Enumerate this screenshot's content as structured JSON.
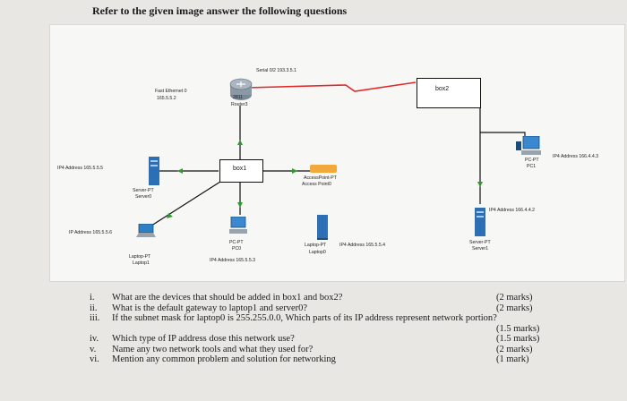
{
  "title": "Refer to the given image answer the following questions",
  "diagram": {
    "router": {
      "serial": "Serial 0/2 193.3.5.1",
      "model": "2811",
      "name": "Router3",
      "fast_ethernet": "Fast Ethernet 0",
      "fast_ethernet_ip": "165.5.5.2"
    },
    "box1": "box1",
    "box2": "box2",
    "server0": {
      "ip": "IP4 Address 165.5.5.5",
      "type": "Server-PT",
      "name": "Server0"
    },
    "laptop1": {
      "ip": "IP Address 165.5.5.6",
      "type": "Laptop-PT",
      "name": "Laptop1"
    },
    "pc0": {
      "type": "PC-PT",
      "name": "PC0",
      "ip": "IP4 Address 165.5.5.3"
    },
    "access_point": {
      "type": "AccessPoint-PT",
      "name": "Access Point0"
    },
    "laptop0": {
      "type": "Laptop-PT",
      "name": "Laptop0",
      "ip": "IP4 Address 165.5.5.4"
    },
    "server1": {
      "type": "Server-PT",
      "name": "Server1",
      "ip": "IP4 Address 166.4.4.2"
    },
    "pc1": {
      "type": "PC-PT",
      "name": "PC1",
      "ip": "IP4 Address 166.4.4.3"
    }
  },
  "questions": [
    {
      "num": "i.",
      "text": "What are the devices that should be added in box1 and box2?",
      "marks": "(2 marks)"
    },
    {
      "num": "ii.",
      "text": "What is the default gateway to laptop1 and server0?",
      "marks": "(2 marks)"
    },
    {
      "num": "iii.",
      "text": "If the subnet mask for laptop0 is 255.255.0.0, Which parts of its IP address represent network portion?",
      "marks": ""
    },
    {
      "num": "",
      "text": "",
      "marks": "(1.5 marks)"
    },
    {
      "num": "iv.",
      "text": "Which type of IP address dose this network use?",
      "marks": "(1.5 marks)"
    },
    {
      "num": "v.",
      "text": "Name any two network tools and what they used for?",
      "marks": "(2 marks)"
    },
    {
      "num": "vi.",
      "text": "Mention any common problem and solution for networking",
      "marks": "(1 mark)"
    }
  ]
}
